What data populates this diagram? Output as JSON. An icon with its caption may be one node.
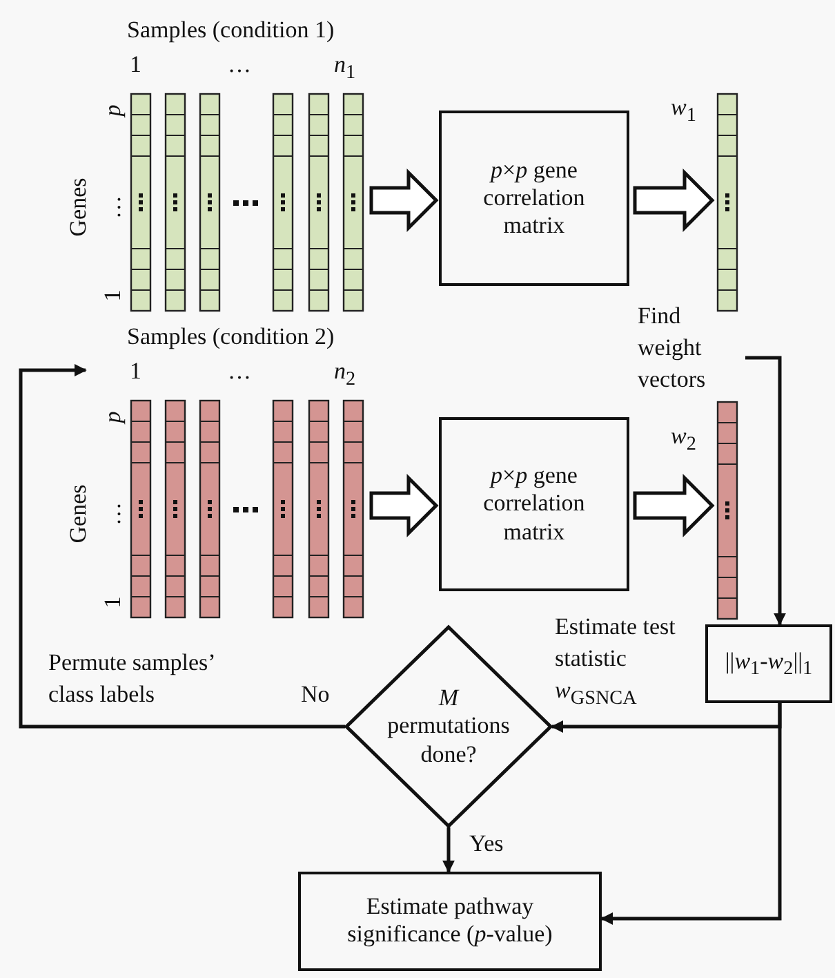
{
  "diagram": {
    "nodes": [
      {
        "text": [],
        "shape": "box"
      },
      {
        "text": [
          "*p*×*p* gene correlation matrix"
        ]
      },
      {
        "text": [],
        "shape": "bar",
        "beside": [
          "*w*$_{1}$"
        ]
      },
      {
        "text": [],
        "shape": "box"
      },
      {
        "text": [
          "*p*×*p* gene correlation matrix"
        ]
      },
      {
        "text": [],
        "shape": "bar",
        "beside": [
          "*w*$_{2}$"
        ]
      },
      {
        "text": [
          "||*w*$_{1}$-*w*$_{2}$||$_{1}$"
        ]
      },
      {
        "text": [
          "*M* permutations done?"
        ]
      },
      {
        "text": [
          "Estimate pathway significance (*p*-value)"
        ]
      }
    ],
    "edges": [
      {
        "from": 0,
        "to": 1,
        "arrow": "to",
        "style": "thick"
      },
      {
        "from": 1,
        "to": 2,
        "arrow": "to",
        "style": "thick"
      },
      {
        "from": 3,
        "to": 4,
        "arrow": "to",
        "style": "thick"
      },
      {
        "from": 4,
        "to": 5,
        "arrow": "to",
        "style": "thick"
      },
      {
        "from": null,
        "to": 6,
        "arrow": "to",
        "label": "Find weight vectors"
      },
      {
        "from": 6,
        "to": 7,
        "arrow": "to",
        "label": "Estimate test statistic *w*$_{GSNCA}$"
      },
      {
        "from": 6,
        "to": 8,
        "arrow": "to"
      },
      {
        "from": 7,
        "to": 3,
        "arrow": "to",
        "label": "No"
      },
      {
        "from": 7,
        "to": 8,
        "arrow": "to",
        "label": "Yes"
      }
    ],
    "labels": [
      "Samples (condition 1)",
      "1",
      "…",
      "*n*$_{1}$",
      "p",
      "…",
      "1",
      "Genes",
      "Samples (condition 2)",
      "1",
      "…",
      "*n*$_{2}$",
      "p",
      "…",
      "1",
      "Genes",
      "Permute samples’ class labels"
    ]
  }
}
